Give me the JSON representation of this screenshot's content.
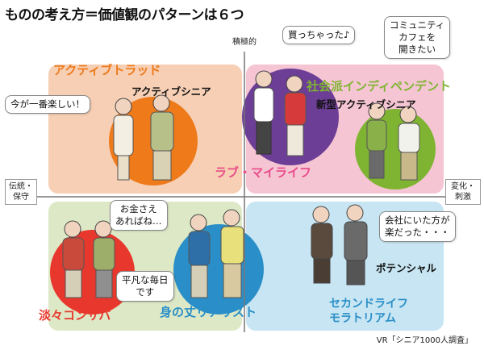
{
  "title": "ものの考え方＝価値観のパターンは６つ",
  "axes": {
    "top": "積極的",
    "left": "伝統・\n保守",
    "right": "変化・\n刺激"
  },
  "groups": {
    "active_trad": {
      "label": "アクティブトラッド",
      "sub": "アクティブシニア",
      "quote": "今が一番楽しい！"
    },
    "social_indep": {
      "label": "社会派インディペンデント",
      "sub": "新型アクティブシニア",
      "quote": "コミュニティ\nカフェを\n開きたい"
    },
    "love_mylife": {
      "label": "ラブ・マイライフ",
      "quote": "買っちゃった♪"
    },
    "tantan": {
      "label": "淡々コンサバ",
      "quote": "平凡な毎日\nです"
    },
    "mi_no_take": {
      "label": "身の丈リアリスト",
      "quote": "お金さえ\nあればね…"
    },
    "second_life": {
      "label": "セカンドライフ\nモラトリアム",
      "sub": "ポテンシャル",
      "quote": "会社にいた方が\n楽だった・・・"
    }
  },
  "source": "VR「シニア1000人調査」",
  "colors": {
    "peach": "#f6cfb4",
    "pink": "#f5c5d3",
    "green_light": "#dde9c6",
    "blue_light": "#c7e5f2",
    "orange": "#ee7a1a",
    "purple": "#6d3e95",
    "green": "#7fb432",
    "red": "#e8382d",
    "blue": "#2a8fc8",
    "magenta": "#e84c8a"
  }
}
